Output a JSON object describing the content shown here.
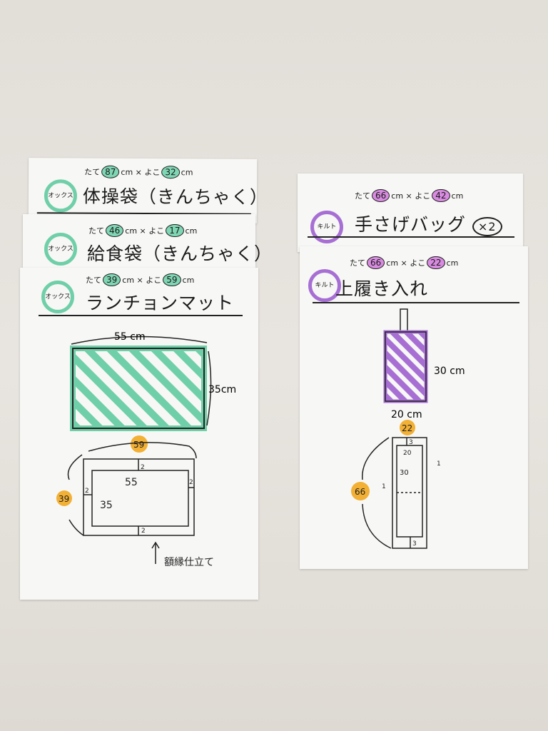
{
  "cards": [
    {
      "badge": "オックス",
      "tate_label": "たて",
      "tate": "87",
      "yoko_label": "よこ",
      "yoko": "32",
      "unit": "cm",
      "title": "体操袋（きんちゃく）"
    },
    {
      "badge": "オックス",
      "tate_label": "たて",
      "tate": "46",
      "yoko_label": "よこ",
      "yoko": "17",
      "unit": "cm",
      "title": "給食袋（きんちゃく）"
    },
    {
      "badge": "オックス",
      "tate_label": "たて",
      "tate": "39",
      "yoko_label": "よこ",
      "yoko": "59",
      "unit": "cm",
      "title": "ランチョンマット"
    },
    {
      "badge": "キルト",
      "tate_label": "たて",
      "tate": "66",
      "yoko_label": "よこ",
      "yoko": "42",
      "unit": "cm",
      "title": "手さげバッグ",
      "extra": "×2"
    },
    {
      "badge": "キルト",
      "tate_label": "たて",
      "tate": "66",
      "yoko_label": "よこ",
      "yoko": "22",
      "unit": "cm",
      "title": "上履き入れ"
    }
  ],
  "mat": {
    "width": "55 cm",
    "height": "35cm",
    "total_w": "59",
    "total_h": "39",
    "inner_w": "55",
    "inner_h": "35",
    "margin": "2",
    "note": "額縁仕立て"
  },
  "shoe": {
    "height": "30 cm",
    "width": "20 cm",
    "total_w": "22",
    "total_h": "66",
    "top": "3",
    "inner_w": "20",
    "inner_h": "30",
    "side": "1",
    "bottom": "3"
  },
  "colors": {
    "green": "#6fcfa8",
    "purple": "#a76fd4",
    "orange": "#f2b035"
  }
}
